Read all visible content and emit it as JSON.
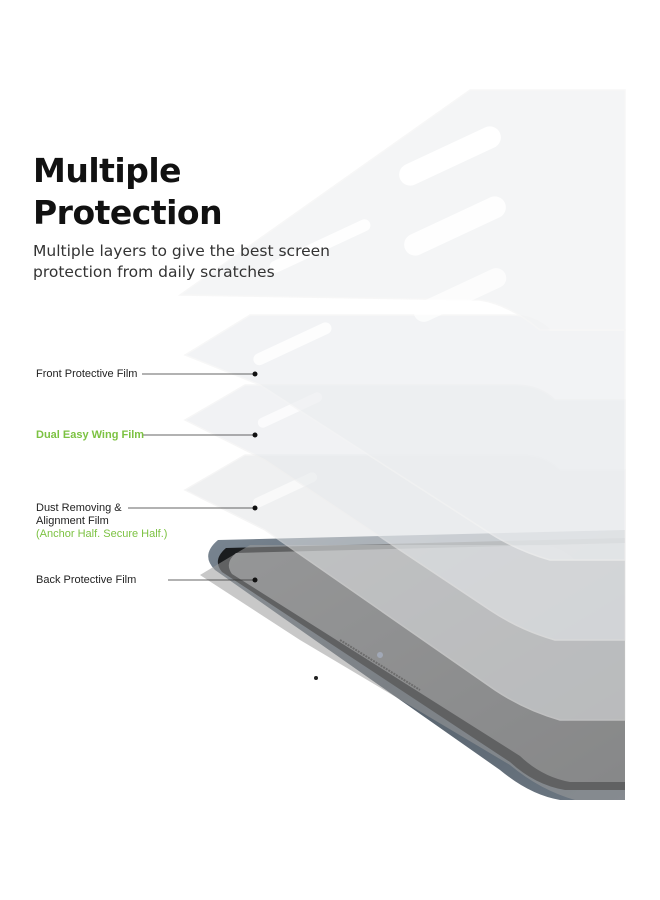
{
  "heading": {
    "line1": "Multiple",
    "line2": "Protection"
  },
  "subheading": {
    "line1": "Multiple layers to give the best screen",
    "line2": "protection from daily scratches"
  },
  "layers": [
    {
      "name": "Front Protective Film"
    },
    {
      "name": "Dual Easy  Wing Film"
    },
    {
      "name_line1": "Dust Removing &",
      "name_line2": "Alignment Film",
      "note": "(Anchor Half. Secure Half.)"
    },
    {
      "name": "Back Protective Film"
    }
  ],
  "colors": {
    "accent_green": "#7cc242",
    "text_dark": "#111111",
    "phone_frame": "#5c6773"
  }
}
